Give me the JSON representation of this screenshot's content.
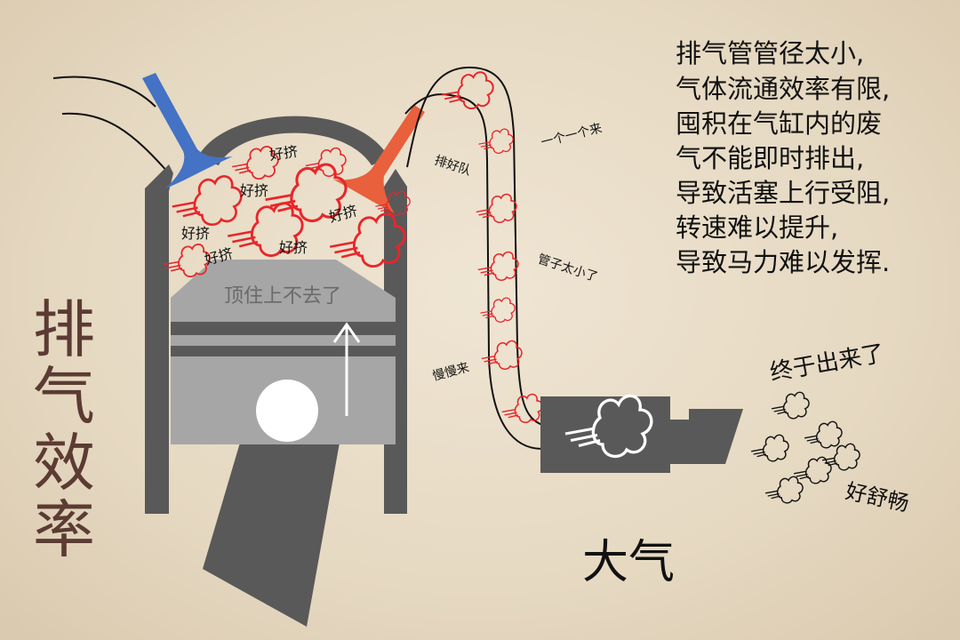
{
  "title": "排气效率",
  "colors": {
    "wall": "#595959",
    "piston": "#a6a6a6",
    "intake": "#4472c4",
    "exhaust": "#e8603c",
    "gas": "#e8262a",
    "title": "#5b3b33"
  },
  "chamber_labels": [
    "好挤",
    "好挤",
    "好挤",
    "好挤",
    "好挤",
    "好挤"
  ],
  "piston_label": "顶住上不去了",
  "pipe_labels": {
    "queue": "排好队",
    "one_by_one": "一个一个来",
    "too_small": "管子太小了",
    "slowly": "慢慢来"
  },
  "atmosphere": "大气",
  "outlet_labels": {
    "finally_out": "终于出来了",
    "relief": "好舒畅"
  },
  "explanation": [
    "排气管管径太小,",
    "气体流通效率有限,",
    "囤积在气缸内的废",
    "气不能即时排出,",
    "导致活塞上行受阻,",
    "转速难以提升,",
    "导致马力难以发挥."
  ]
}
